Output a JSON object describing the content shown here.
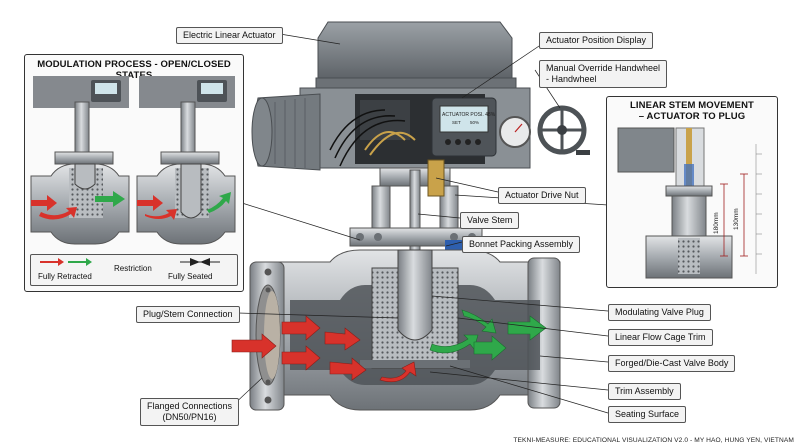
{
  "callouts": {
    "electric_linear_actuator": "Electric Linear Actuator",
    "actuator_position_display": "Actuator Position Display",
    "manual_override_line1": "Manual Override Handwheel",
    "manual_override_line2": "- Handwheel",
    "actuator_drive_nut": "Actuator Drive Nut",
    "valve_stem": "Valve Stem",
    "bonnet_packing_assembly": "Bonnet Packing Assembly",
    "plug_stem_connection": "Plug/Stem Connection",
    "modulating_valve_plug": "Modulating Valve Plug",
    "linear_flow_cage_trim": "Linear Flow Cage Trim",
    "forged_die_cast_valve_body": "Forged/Die-Cast Valve Body",
    "trim_assembly": "Trim Assembly",
    "seating_surface": "Seating Surface",
    "flanged_line1": "Flanged Connections",
    "flanged_line2": "(DN50/PN16)"
  },
  "modulation_panel": {
    "title": "MODULATION PROCESS - OPEN/CLOSED STATES",
    "legend": {
      "fully_retracted": "Fully Retracted",
      "restriction": "Restriction",
      "fully_seated": "Fully Seated"
    }
  },
  "stem_panel": {
    "title_line1": "LINEAR STEM MOVEMENT",
    "title_line2": "– ACTUATOR TO PLUG",
    "dim_a": "180mm",
    "dim_b": "130mm"
  },
  "display": {
    "line1": "ACTUATOR POSI. 48%",
    "line2a": "SET",
    "line2b": "50%"
  },
  "footer": "TEKNI-MEASURE: EDUCATIONAL VISUALIZATION V2.0 - MY HAO, HUNG YEN, VIETNAM",
  "colors": {
    "inlet_flow": "#d8322b",
    "outlet_flow": "#2fa84a",
    "metal": "#9aa0a6",
    "actuator_housing": "#7d8388"
  }
}
